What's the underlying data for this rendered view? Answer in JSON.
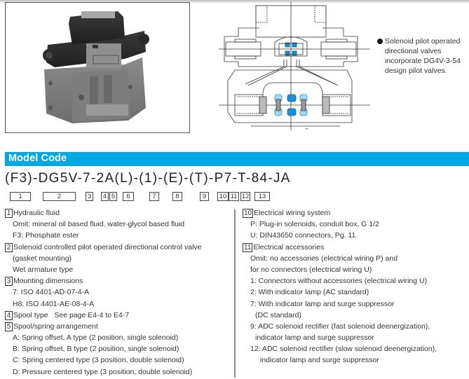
{
  "note": {
    "text": "Solenoid pilot operated directional valves incorporate DG4V-3-54 design pilot valves."
  },
  "photo": {
    "alt": "Solenoid controlled pilot operated directional valve product photo"
  },
  "diagram": {
    "alt": "Cross-section drawing of valve"
  },
  "section": {
    "title": "Model Code"
  },
  "model_code": {
    "code": "(F3)-DG5V-7-2A(L)-(1)-(E)-(T)-P7-T-84-JA",
    "boxes": [
      "1",
      "2",
      "3",
      "4",
      "5",
      "6",
      "7",
      "8",
      "9",
      "10",
      "11",
      "12",
      "13"
    ]
  },
  "left_column": [
    {
      "num": "1",
      "text": "Hydraulic fluid",
      "level": 0
    },
    {
      "text": "Omit: mineral oil based fluid, water-glycol based fluid",
      "level": 1
    },
    {
      "text": "F3: Phosphate ester",
      "level": 1
    },
    {
      "num": "2",
      "text": "Solenoid controlled pilot operated directional control valve",
      "level": 0
    },
    {
      "text": "(gasket mounting)",
      "level": 1
    },
    {
      "text": "Wet armature type",
      "level": 1
    },
    {
      "num": "3",
      "text": "Mounting dimensions",
      "level": 0
    },
    {
      "text": "7: ISO 4401-AD-07-4-A",
      "level": 1
    },
    {
      "text": "H8: ISO 4401-AE-08-4-A",
      "level": 1
    },
    {
      "num": "4",
      "text": "Spool type   See page E4-4 to E4-7",
      "level": 0
    },
    {
      "num": "5",
      "text": "Spool/spring arrangement",
      "level": 0
    },
    {
      "text": "A: Spring offset, A type (2 position, single solenoid)",
      "level": 1
    },
    {
      "text": "B: Spring offset, B type (2 position, single solenoid)",
      "level": 1
    },
    {
      "text": "C: Spring centered type (3 position, double solenoid)",
      "level": 1
    },
    {
      "text": "D: Pressure centered type (3 position, double solenoid)",
      "level": 1
    }
  ],
  "right_column": [
    {
      "num": "10",
      "text": "Electrical wiring system",
      "level": 0
    },
    {
      "text": "P: Plug-in solenoids, conduit box, G 1/2",
      "level": 1
    },
    {
      "text": "U: DIN43650 connectors, Pg. 11",
      "level": 1
    },
    {
      "num": "11",
      "text": "Electrical accessories",
      "level": 0
    },
    {
      "text": "Omit: no accessories (electrical wiring P) and",
      "level": 1
    },
    {
      "text": "for no connectors (electrical wiring U)",
      "level": 1
    },
    {
      "text": "1: Connectors without accessories (electrical wiring U)",
      "level": 1
    },
    {
      "text": "2: With indicator lamp (AC standard)",
      "level": 1
    },
    {
      "text": "7: With indicator lamp and surge suppressor",
      "level": 1
    },
    {
      "text": "(DC standard)",
      "level": 2
    },
    {
      "text": "9: ADC solenoid rectifier (fast solenoid deenergization),",
      "level": 1
    },
    {
      "text": "indicator lamp and surge suppressor",
      "level": 2
    },
    {
      "text": "12: ADC solenoid rectifier (slow solenoid deenergization),",
      "level": 1
    },
    {
      "text": "indicator lamp and surge suppressor",
      "level": 3
    }
  ],
  "colors": {
    "section_bar": "#00a8e6",
    "diagram_accent": "#1a8fd6",
    "diagram_light": "#a9d7f3"
  }
}
